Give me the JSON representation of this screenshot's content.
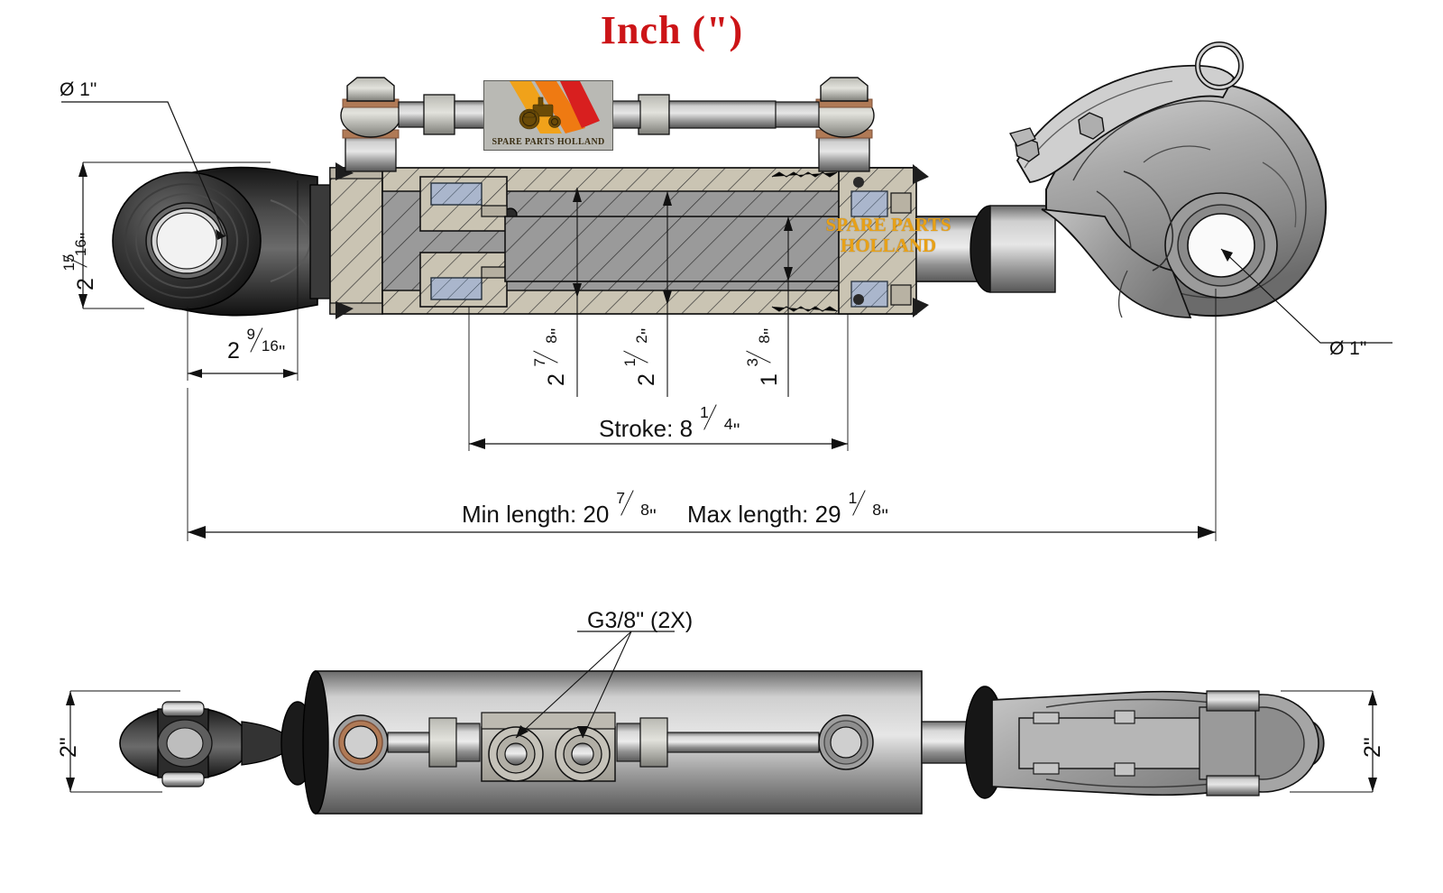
{
  "title": "Inch (\")",
  "logo": {
    "brand": "SPARE PARTS HOLLAND"
  },
  "watermark": {
    "line1": "SPARE PARTS",
    "line2": "HOLLAND"
  },
  "colors": {
    "title_red": "#cc1417",
    "watermark_gold": "#e8a117",
    "section_grey": "#9a9a9a",
    "body_tan": "#c9c3b2",
    "seal_blue": "#aab6cc",
    "steel_light": "#c8c8c8",
    "steel_dark": "#6f6f6f",
    "joint_black": "#2b2b2b",
    "copper": "#b07a56",
    "line": "#111111"
  },
  "views": {
    "top": {
      "name": "sectioned-side-view"
    },
    "bottom": {
      "name": "plan-view"
    }
  },
  "dimensions": {
    "bore_left": {
      "label": "Ø 1\"",
      "whole": "",
      "num": "",
      "den": ""
    },
    "bore_right": {
      "label": "Ø 1\""
    },
    "eye_height": {
      "whole": "2",
      "num": "15",
      "den": "16",
      "unit": "\""
    },
    "eye_length": {
      "whole": "2",
      "num": "9",
      "den": "16",
      "unit": "\""
    },
    "dim_a": {
      "whole": "2",
      "num": "7",
      "den": "8",
      "unit": "\""
    },
    "dim_b": {
      "whole": "2",
      "num": "1",
      "den": "2",
      "unit": "\""
    },
    "dim_c": {
      "whole": "1",
      "num": "3",
      "den": "8",
      "unit": "\""
    },
    "stroke": {
      "prefix": "Stroke: ",
      "whole": "8",
      "num": "1",
      "den": "4",
      "unit": "\""
    },
    "min_length": {
      "prefix": "Min length: ",
      "whole": "20",
      "num": "7",
      "den": "8",
      "unit": "\""
    },
    "max_length": {
      "prefix": "Max length: ",
      "whole": "29",
      "num": "1",
      "den": "8",
      "unit": "\""
    },
    "port_thread": {
      "label": "G3/8\" (2X)"
    },
    "width_left": {
      "label": "2\""
    },
    "width_right": {
      "label": "2\""
    }
  }
}
